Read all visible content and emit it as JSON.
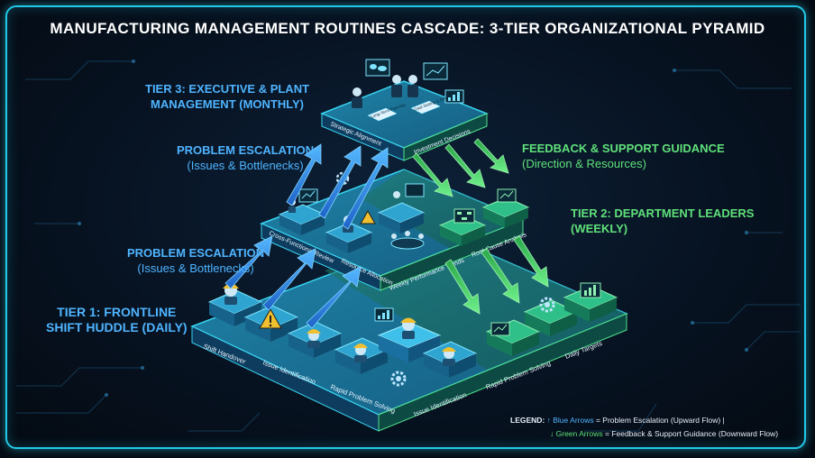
{
  "title": "MANUFACTURING MANAGEMENT ROUTINES CASCADE: 3-TIER ORGANIZATIONAL PYRAMID",
  "labels": {
    "tier3": [
      "TIER 3: EXECUTIVE & PLANT",
      "MANAGEMENT (MONTHLY)"
    ],
    "escalation_top": [
      "PROBLEM ESCALATION",
      "(Issues & Bottlenecks)"
    ],
    "feedback": [
      "FEEDBACK & SUPPORT GUIDANCE",
      "(Direction & Resources)"
    ],
    "tier2": [
      "TIER 2: DEPARTMENT LEADERS",
      "(WEEKLY)"
    ],
    "escalation_bottom": [
      "PROBLEM ESCALATION",
      "(Issues & Bottlenecks)"
    ],
    "tier1": [
      "TIER 1: FRONTLINE",
      "SHIFT HUDDLE (DAILY)"
    ]
  },
  "tiers": {
    "top": {
      "left_labels": [
        "Strategic Alignment"
      ],
      "right_labels": [
        "Investment Decisions"
      ],
      "screen_labels": [
        "Long-Term Planning",
        "Goal Setting & KPIs"
      ]
    },
    "middle": {
      "left_labels": [
        "Cross-Functional Review",
        "Resource Allocation"
      ],
      "right_labels": [
        "Weekly Performance Trends",
        "Root Cause Analysis"
      ]
    },
    "bottom": {
      "left_labels": [
        "Shift Handover",
        "Issue Identification",
        "Rapid Problem Solving"
      ],
      "right_labels": [
        "Issue Identification",
        "Rapid Problem Solving",
        "Daily Targets"
      ]
    }
  },
  "legend": {
    "key": "LEGEND:",
    "blue_arrow_glyph": "↑",
    "blue_name": "Blue Arrows",
    "blue_desc": "= Problem Escalation (Upward Flow) |",
    "green_arrow_glyph": "↓",
    "green_name": "Green Arrows",
    "green_desc": "= Feedback & Support Guidance (Downward Flow)"
  },
  "colors": {
    "frame": "#22c8e6",
    "blue": "#4fb4ff",
    "green": "#5fe07a",
    "tier_top_fill": "#1d6e8e",
    "tier_side_fill": "#0e3c5e",
    "edge_glow": "#39d2f0"
  }
}
